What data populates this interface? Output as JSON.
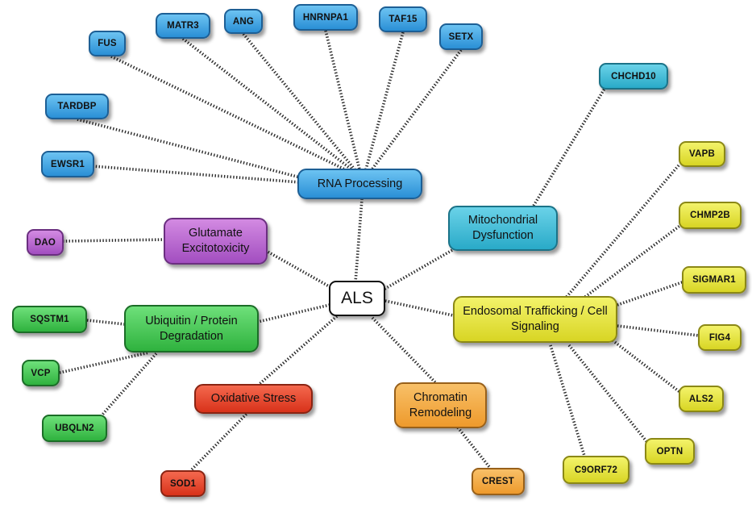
{
  "root": "ALS",
  "categories": {
    "rna": "RNA Processing",
    "mito": "Mitochondrial Dysfunction",
    "endo": "Endosomal Trafficking / Cell Signaling",
    "glu": "Glutamate Excitotoxicity",
    "ubq": "Ubiquitin / Protein Degradation",
    "ox": "Oxidative Stress",
    "chr": "Chromatin Remodeling"
  },
  "genes": {
    "fus": "FUS",
    "matr3": "MATR3",
    "ang": "ANG",
    "hnrnpa1": "HNRNPA1",
    "taf15": "TAF15",
    "setx": "SETX",
    "tardbp": "TARDBP",
    "ewsr1": "EWSR1",
    "chchd10": "CHCHD10",
    "vapb": "VAPB",
    "chmp2b": "CHMP2B",
    "sigmar1": "SIGMAR1",
    "fig4": "FIG4",
    "als2": "ALS2",
    "optn": "OPTN",
    "c9orf72": "C9ORF72",
    "dao": "DAO",
    "sqstm1": "SQSTM1",
    "vcp": "VCP",
    "ubqln2": "UBQLN2",
    "sod1": "SOD1",
    "crest": "CREST"
  },
  "colors": {
    "rna": "#3ba3e6",
    "mito": "#3bbcd8",
    "endo": "#e8e53c",
    "glu": "#b866d2",
    "ubq": "#3fc84e",
    "ox": "#e64a2e",
    "chr": "#f2ab45"
  }
}
